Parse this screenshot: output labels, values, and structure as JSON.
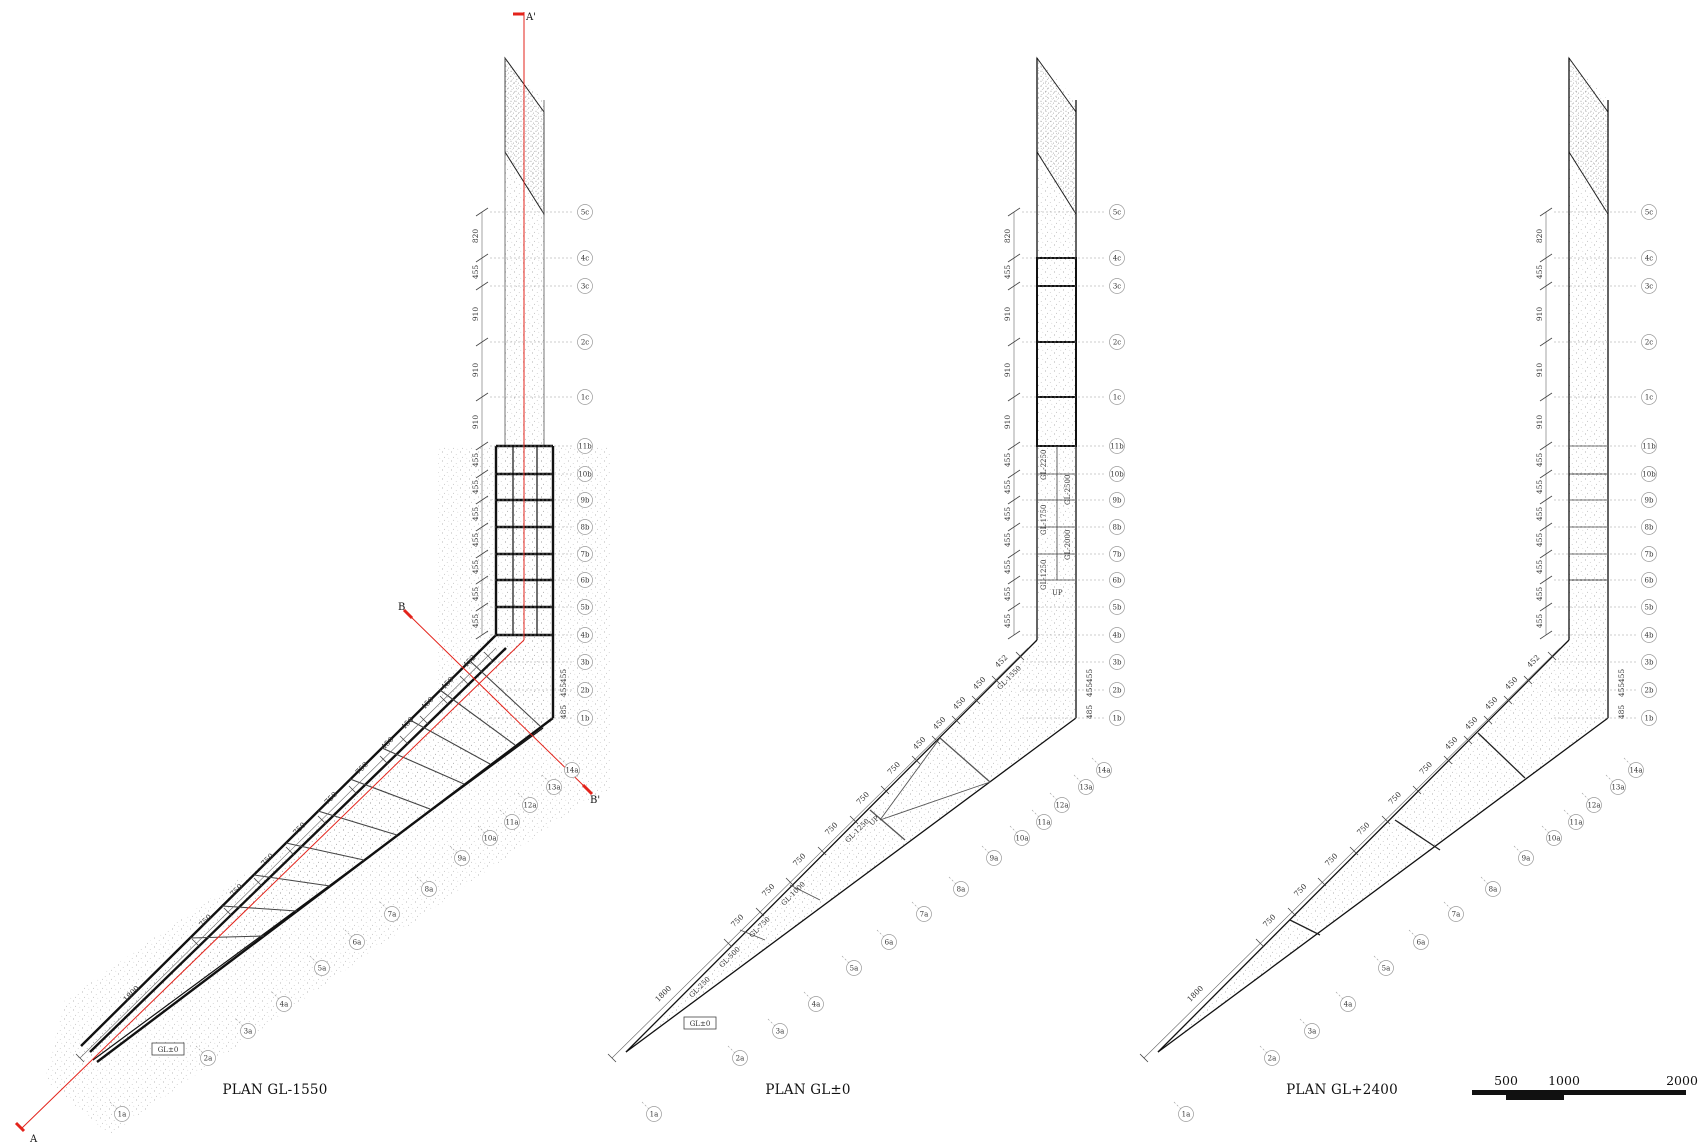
{
  "plans": [
    {
      "title": "PLAN GL-1550",
      "gl_box": "GL±0"
    },
    {
      "title": "PLAN GL±0",
      "gl_box": "GL±0"
    },
    {
      "title": "PLAN GL+2400"
    }
  ],
  "vertical_dims": [
    "820",
    "455",
    "910",
    "910",
    "910",
    "455",
    "455",
    "455",
    "455",
    "455",
    "455",
    "455"
  ],
  "diagonal_dims": [
    "1800",
    "750",
    "750",
    "750",
    "750",
    "750",
    "750",
    "450",
    "450",
    "450",
    "450",
    "452"
  ],
  "right_dims": [
    "455",
    "455",
    "485"
  ],
  "grid_c": [
    "5c",
    "4c",
    "3c",
    "2c",
    "1c"
  ],
  "grid_b": [
    "11b",
    "10b",
    "9b",
    "8b",
    "7b",
    "6b",
    "5b",
    "4b",
    "3b",
    "2b",
    "1b"
  ],
  "grid_a": [
    "1a",
    "2a",
    "3a",
    "4a",
    "5a",
    "6a",
    "7a",
    "8a",
    "9a",
    "10a",
    "11a",
    "12a",
    "13a",
    "14a"
  ],
  "level_marks": {
    "diagonal": [
      "GL-250",
      "GL-500",
      "GL-750",
      "GL-1000",
      "GL-1250",
      "UP",
      "GL-1550"
    ],
    "vertical_left": [
      "GL-1250",
      "GL-1750",
      "GL-2250"
    ],
    "vertical_right": [
      "GL-2500",
      "GL-2000"
    ],
    "up": "UP"
  },
  "sections": {
    "a_start": "A",
    "a_end": "A'",
    "b_start": "B",
    "b_end": "B'"
  },
  "scale_bar": {
    "labels": [
      "500",
      "1000",
      "2000"
    ]
  },
  "colors": {
    "section_line": "#e3231b",
    "ink": "#111111",
    "grid": "#9a9a9a",
    "stipple": "#8a8a8a"
  }
}
